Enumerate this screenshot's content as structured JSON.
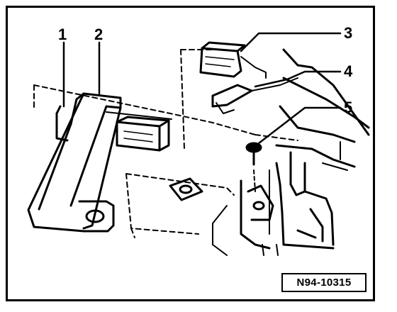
{
  "callouts": [
    {
      "label": "1"
    },
    {
      "label": "2"
    },
    {
      "label": "3"
    },
    {
      "label": "4"
    },
    {
      "label": "5"
    }
  ],
  "figure_id": "N94-10315"
}
